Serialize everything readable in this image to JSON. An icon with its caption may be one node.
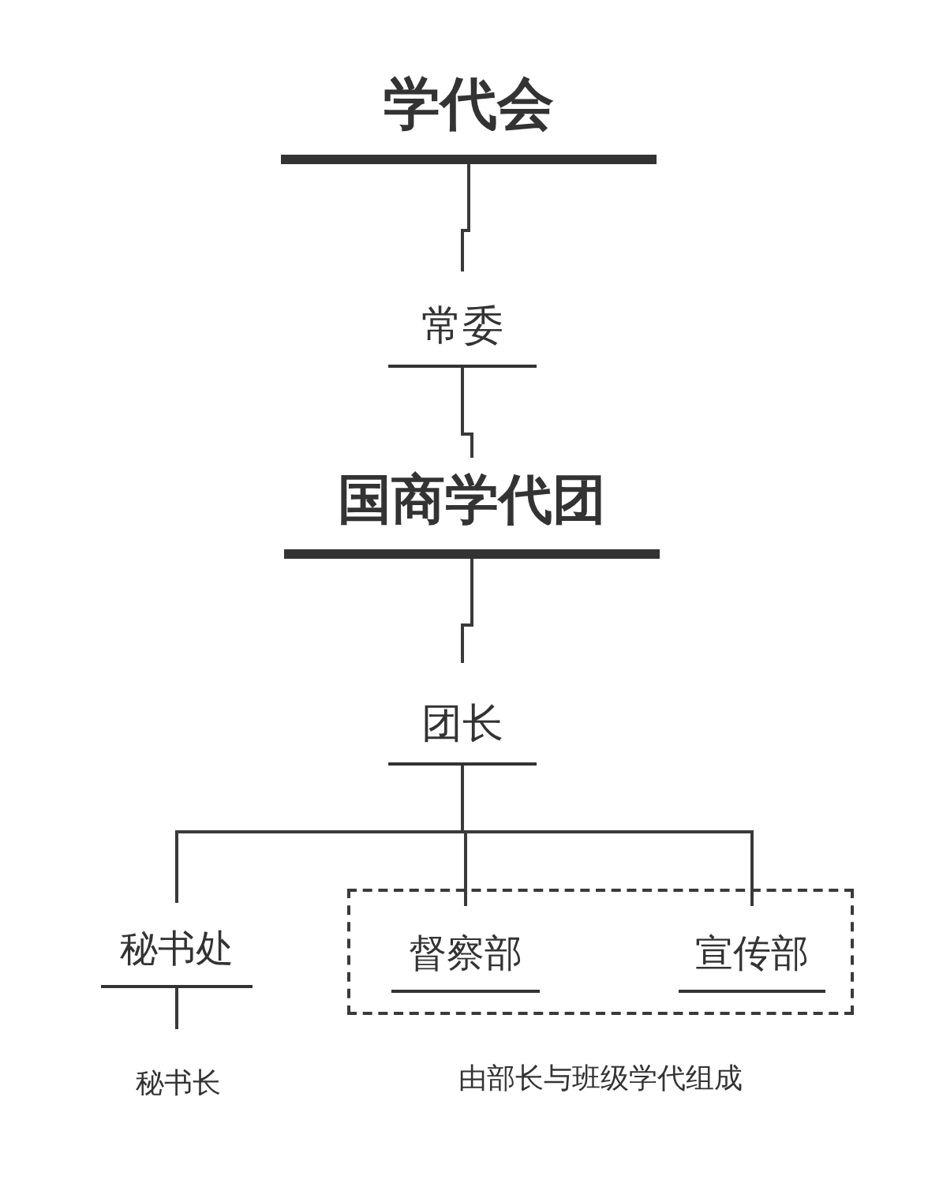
{
  "diagram": {
    "nodes": [
      {
        "text": [
          "学代会"
        ]
      },
      {
        "text": [
          "常委"
        ]
      },
      {
        "text": [
          "国商学代团"
        ]
      },
      {
        "text": [
          "团长"
        ]
      },
      {
        "text": [],
        "shape": "box",
        "beside": [
          "由部长与班级学代组成"
        ]
      },
      {
        "text": [
          "秘书处"
        ]
      },
      {
        "text": [
          "督察部"
        ],
        "in": 4
      },
      {
        "text": [
          "宣传部"
        ],
        "in": 4
      },
      {
        "text": [
          "秘书长"
        ]
      }
    ],
    "edges": [
      {
        "from": 0,
        "to": 1,
        "arrow": "none"
      },
      {
        "from": 1,
        "to": 2,
        "arrow": "none"
      },
      {
        "from": 2,
        "to": 3,
        "arrow": "none"
      },
      {
        "from": 3,
        "to": 5,
        "arrow": "none"
      },
      {
        "from": 3,
        "to": 6,
        "arrow": "none"
      },
      {
        "from": 3,
        "to": 7,
        "arrow": "none"
      },
      {
        "from": 5,
        "to": 8,
        "arrow": "none"
      }
    ]
  }
}
